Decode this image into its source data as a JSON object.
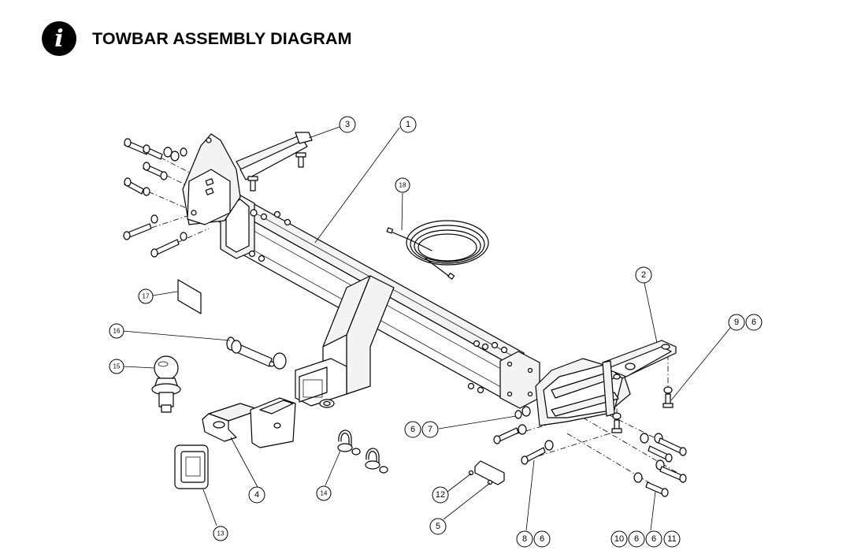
{
  "header": {
    "icon": "info-icon",
    "title": "TOWBAR ASSEMBLY DIAGRAM"
  },
  "callouts": [
    {
      "label": "1",
      "name": "callout-1-main-crossbar"
    },
    {
      "label": "2",
      "name": "callout-2-right-bracket"
    },
    {
      "label": "3",
      "name": "callout-3-left-bracket"
    },
    {
      "label": "4",
      "name": "callout-4-tongue"
    },
    {
      "label": "5",
      "name": "callout-5"
    },
    {
      "label": "6",
      "name": "callout-6-a"
    },
    {
      "label": "7",
      "name": "callout-7"
    },
    {
      "label": "8",
      "name": "callout-8"
    },
    {
      "label": "6",
      "name": "callout-6-b"
    },
    {
      "label": "9",
      "name": "callout-9"
    },
    {
      "label": "6",
      "name": "callout-6-c"
    },
    {
      "label": "10",
      "name": "callout-10"
    },
    {
      "label": "6",
      "name": "callout-6-d"
    },
    {
      "label": "6",
      "name": "callout-6-e"
    },
    {
      "label": "11",
      "name": "callout-11"
    },
    {
      "label": "12",
      "name": "callout-12"
    },
    {
      "label": "13",
      "name": "callout-13-hitch-cover"
    },
    {
      "label": "14",
      "name": "callout-14-shackles"
    },
    {
      "label": "15",
      "name": "callout-15-tow-ball"
    },
    {
      "label": "16",
      "name": "callout-16-hitch-pin"
    },
    {
      "label": "17",
      "name": "callout-17-label"
    },
    {
      "label": "18",
      "name": "callout-18-wiring-loom"
    }
  ]
}
